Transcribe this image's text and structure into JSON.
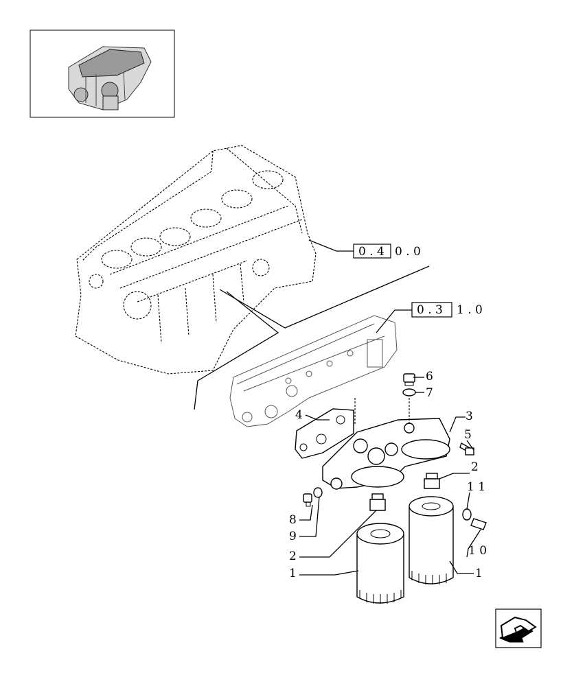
{
  "thumbnail": {
    "icon": "engine-thumbnail-icon"
  },
  "references": [
    {
      "boxed": "0 . 4",
      "rest": "0 . 0"
    },
    {
      "boxed": "0 . 3",
      "rest": "1 . 0"
    }
  ],
  "callouts": [
    "6",
    "7",
    "3",
    "5",
    "4",
    "2",
    "1 1",
    "8",
    "9",
    "2",
    "1 0",
    "1",
    "1"
  ],
  "nav": {
    "icon": "back-arrow-icon"
  }
}
